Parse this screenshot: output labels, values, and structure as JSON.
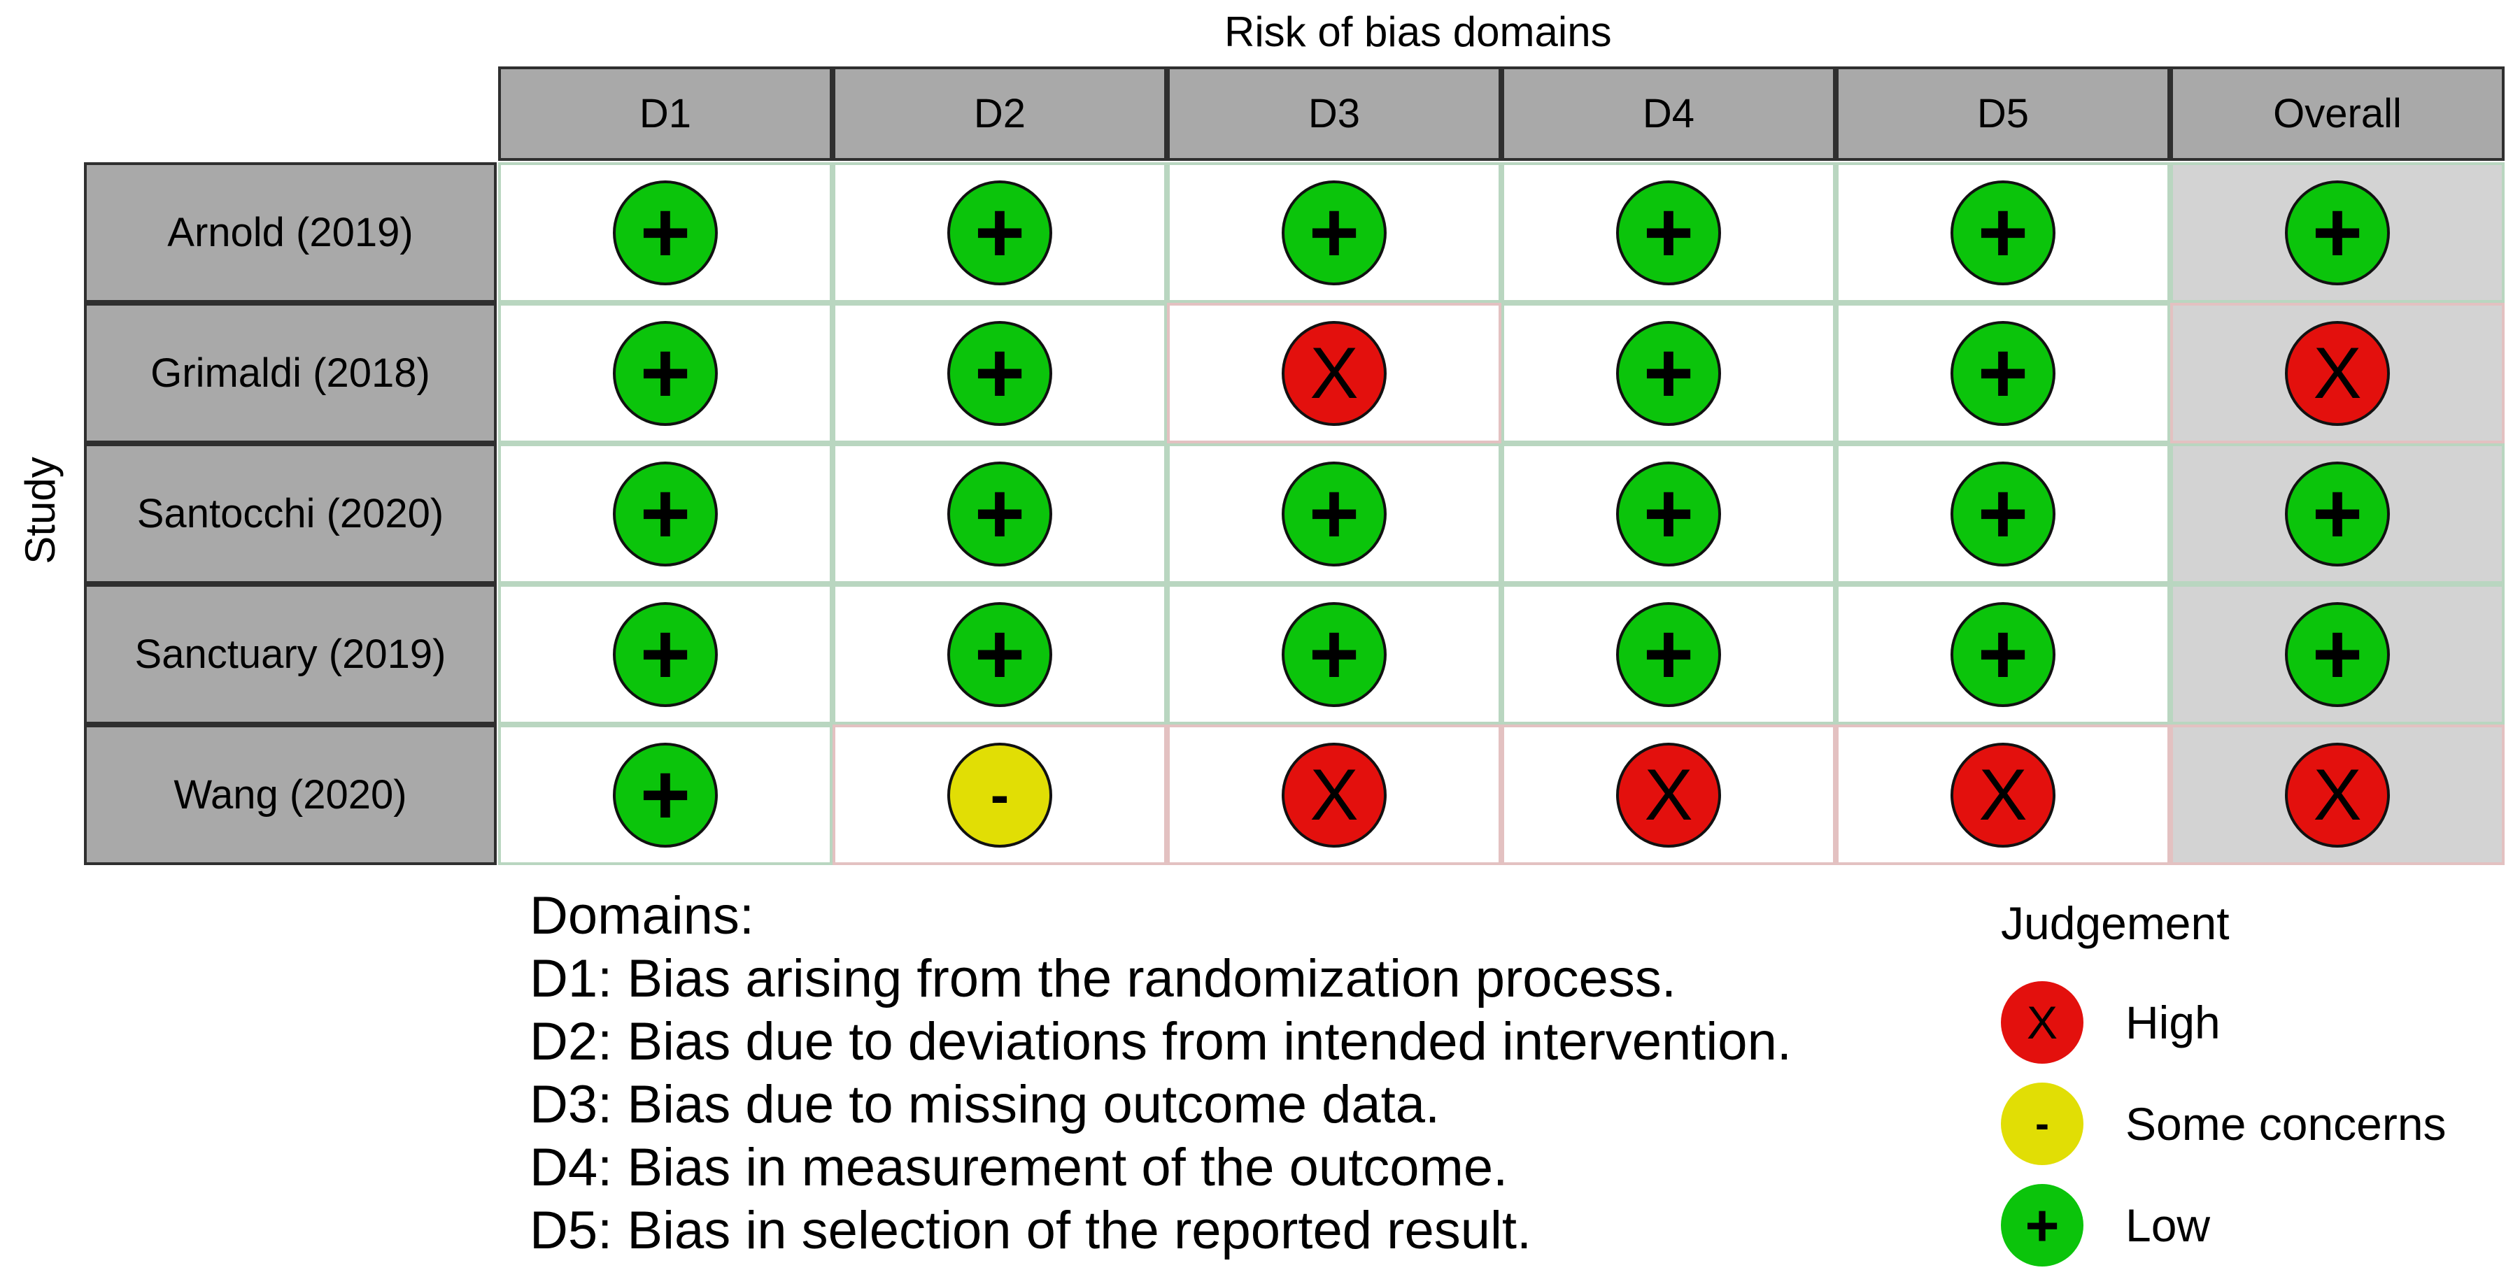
{
  "title": "Risk of bias domains",
  "y_label": "Study",
  "domains": [
    "D1",
    "D2",
    "D3",
    "D4",
    "D5",
    "Overall"
  ],
  "judgement_symbols": {
    "low": "+",
    "some": "-",
    "high": "X"
  },
  "judgement_colors": {
    "low": "#0bc40b",
    "some": "#e1de05",
    "high": "#e3100d"
  },
  "studies": [
    {
      "name": "Arnold (2019)",
      "judgements": [
        "low",
        "low",
        "low",
        "low",
        "low",
        "low"
      ]
    },
    {
      "name": "Grimaldi (2018)",
      "judgements": [
        "low",
        "low",
        "high",
        "low",
        "low",
        "high"
      ]
    },
    {
      "name": "Santocchi (2020)",
      "judgements": [
        "low",
        "low",
        "low",
        "low",
        "low",
        "low"
      ]
    },
    {
      "name": "Sanctuary (2019)",
      "judgements": [
        "low",
        "low",
        "low",
        "low",
        "low",
        "low"
      ]
    },
    {
      "name": "Wang (2020)",
      "judgements": [
        "low",
        "some",
        "high",
        "high",
        "high",
        "high"
      ]
    }
  ],
  "domains_heading": "Domains:",
  "domain_descriptions": [
    "D1: Bias arising from the randomization process.",
    "D2: Bias due to deviations from intended intervention.",
    "D3: Bias due to missing outcome data.",
    "D4: Bias in measurement of the outcome.",
    "D5: Bias in selection of the reported result."
  ],
  "legend": {
    "title": "Judgement",
    "items": [
      {
        "key": "high",
        "label": "High"
      },
      {
        "key": "some",
        "label": "Some concerns"
      },
      {
        "key": "low",
        "label": "Low"
      }
    ]
  }
}
